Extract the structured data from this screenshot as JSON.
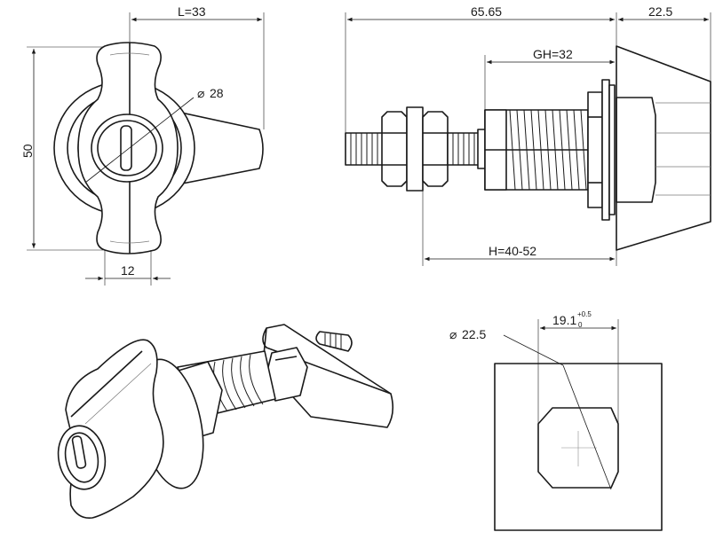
{
  "front_view": {
    "length_label": "L=33",
    "height_label": "50",
    "diameter_label": "28",
    "diameter_symbol": "⌀",
    "tab_width_label": "12"
  },
  "side_view": {
    "total_length_label": "65.65",
    "head_depth_label": "22.5",
    "thread_length_label": "GH=32",
    "grip_range_label": "H=40-52"
  },
  "cutout": {
    "diameter_label": "22.5",
    "diameter_symbol": "⌀",
    "flat_width_main": "19.1",
    "tol_upper": "+0.5",
    "tol_lower": "0"
  }
}
